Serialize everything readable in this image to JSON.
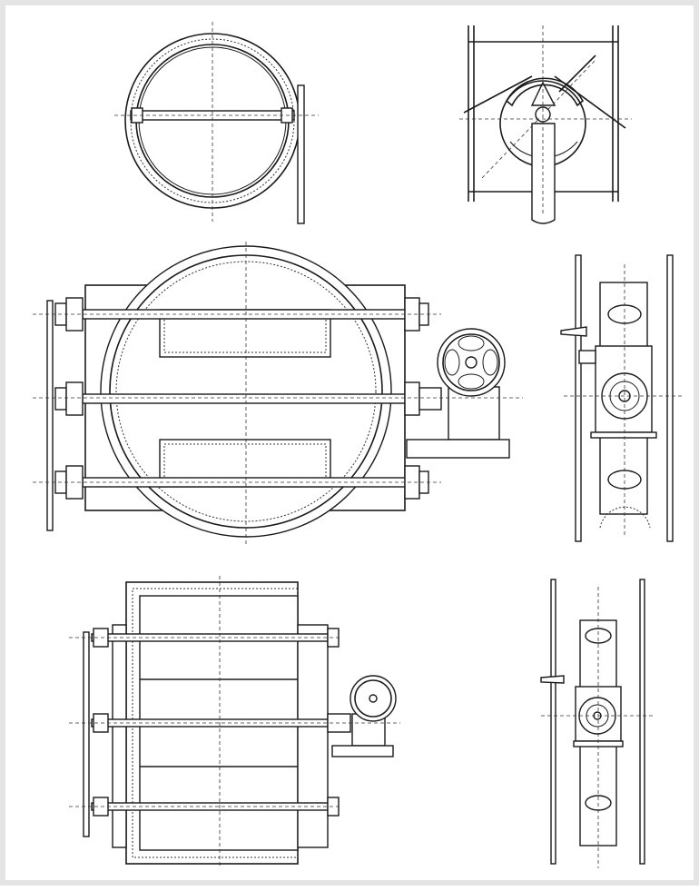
{
  "drawing": {
    "views": [
      "front-end-view",
      "side-actuator-view",
      "front-elevation-multiblade",
      "side-elevation-actuator",
      "rectangular-damper-elevation",
      "rectangular-damper-side"
    ],
    "colors": {
      "background": "#ffffff",
      "border": "#e4e4e4",
      "line": "#1a1a1a"
    }
  }
}
